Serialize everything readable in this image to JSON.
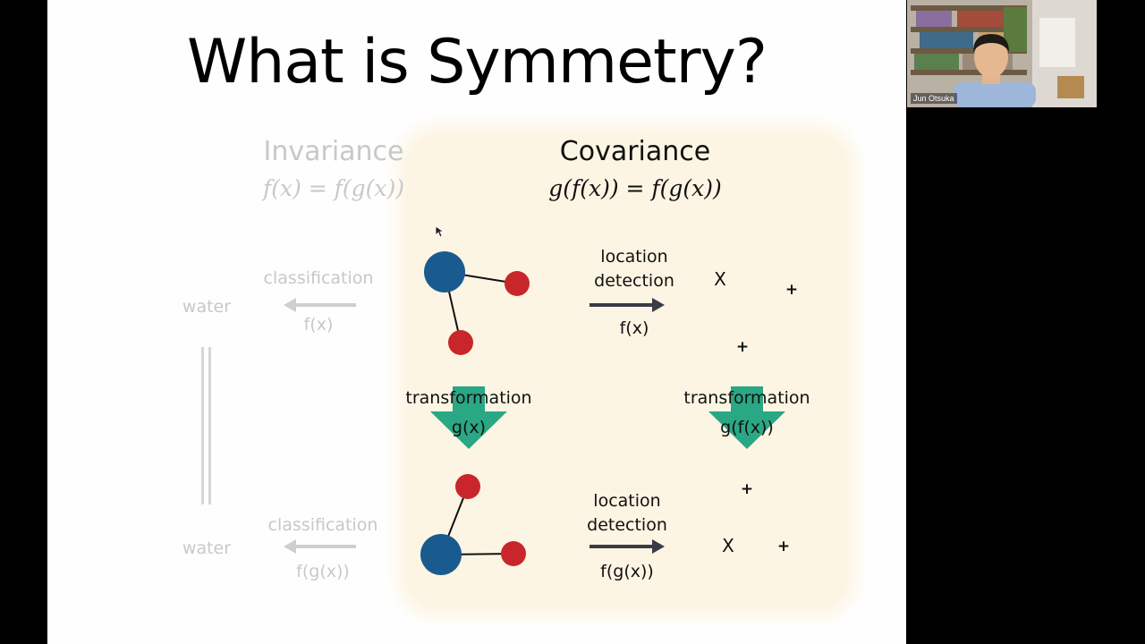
{
  "slide": {
    "title": "What is Symmetry?",
    "invariance": {
      "heading": "Invariance",
      "formula": "f(x) = f(g(x))",
      "top": {
        "output": "water",
        "task": "classification",
        "func": "f(x)"
      },
      "bottom": {
        "output": "water",
        "task": "classification",
        "func": "f(g(x))"
      }
    },
    "covariance": {
      "heading": "Covariance",
      "formula": "g(f(x)) = f(g(x))",
      "top": {
        "task_line1": "location",
        "task_line2": "detection",
        "func": "f(x)"
      },
      "bottom": {
        "task_line1": "location",
        "task_line2": "detection",
        "func": "f(g(x))"
      },
      "transform_left": {
        "label": "transformation",
        "func": "g(x)"
      },
      "transform_right": {
        "label": "transformation",
        "func": "g(f(x))"
      },
      "marker_x": "X",
      "marker_plus": "+"
    },
    "colors": {
      "oxygen": "#1a5b8f",
      "hydrogen": "#c8262a",
      "transform_arrow": "#2aa784",
      "panel": "#fdf5e3"
    }
  },
  "webcam": {
    "participant_name": "Jun Otsuka"
  }
}
